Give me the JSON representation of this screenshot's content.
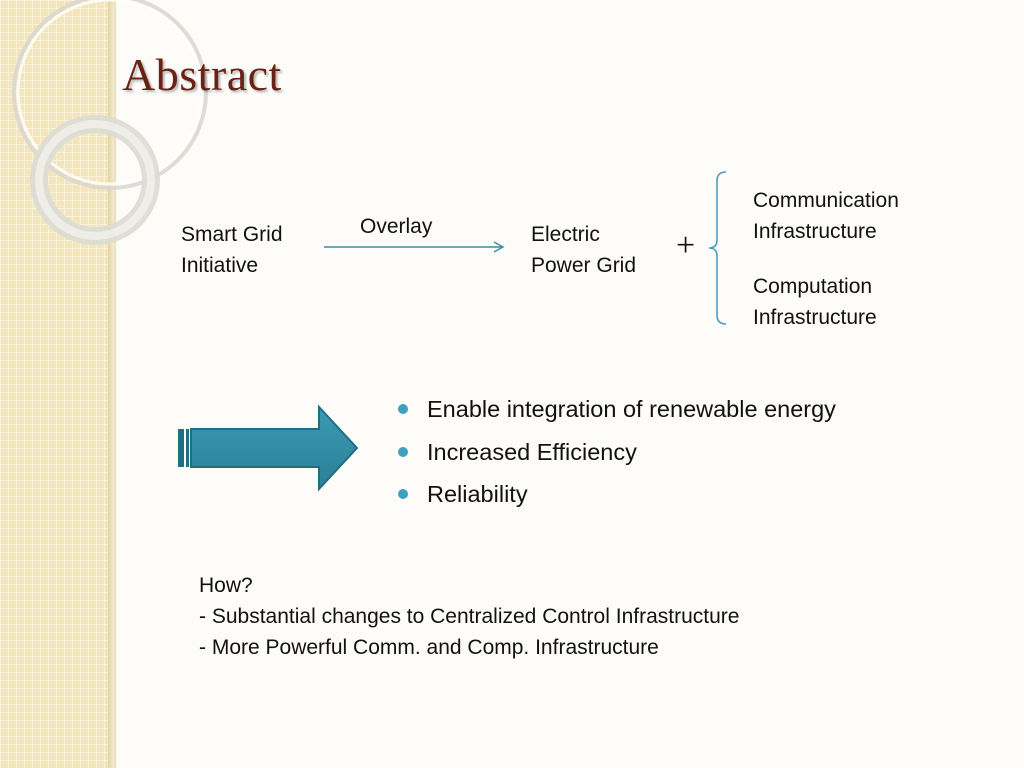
{
  "slide": {
    "title": "Abstract"
  },
  "diagram": {
    "source": "Smart Grid\nInitiative",
    "edge_label": "Overlay",
    "target": "Electric\nPower Grid",
    "plus": "+",
    "components": [
      "Communication\nInfrastructure",
      "Computation\nInfrastructure"
    ]
  },
  "benefits": [
    "Enable integration of renewable energy",
    "Increased Efficiency",
    "Reliability"
  ],
  "how": {
    "heading": "How?",
    "lines": [
      "- Substantial changes to Centralized Control Infrastructure",
      "- More Powerful Comm. and Comp. Infrastructure"
    ]
  },
  "colors": {
    "title": "#6b2216",
    "accent_teal": "#3a8ba3",
    "bullet": "#3fa1c1",
    "sidebar": "#f3e6bd"
  }
}
